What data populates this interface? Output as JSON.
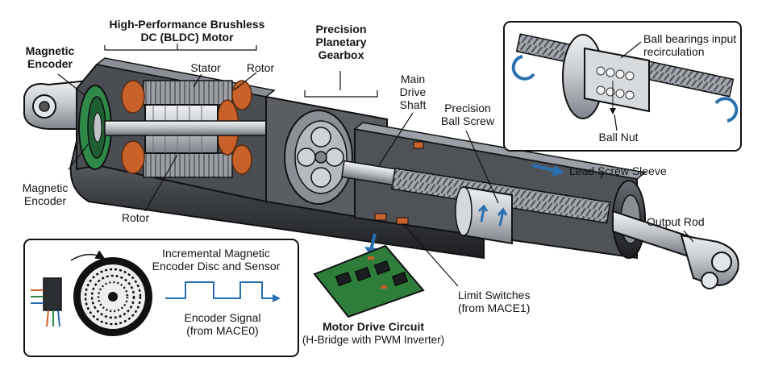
{
  "labels": {
    "magnetic_encoder_top": "Magnetic\nEncoder",
    "bldc_title": "High-Performance Brushless\nDC (BLDC) Motor",
    "stator": "Stator",
    "rotor_top": "Rotor",
    "gearbox": "Precision\nPlanetary\nGearbox",
    "main_shaft": "Main\nDrive\nShaft",
    "ball_screw": "Precision\nBall Screw",
    "magnetic_encoder_side": "Magnetic\nEncoder",
    "rotor_bottom": "Rotor",
    "lead_screw_sleeve": "Lead Screw Sleeve",
    "output_rod": "Output Rod",
    "ball_bearings": "Ball bearings input\nrecirculation",
    "ball_nut": "Ball Nut",
    "encoder_disc": "Incremental Magnetic\nEncoder Disc and Sensor",
    "encoder_signal": "Encoder Signal\n(from MACE0)",
    "motor_drive_title": "Motor Drive Circuit",
    "motor_drive_sub": "(H-Bridge with PWM Inverter)",
    "limit_switches": "Limit Switches\n(from MACE1)"
  },
  "colors": {
    "steel": "#c8ccd0",
    "dark_housing": "#3a3d42",
    "copper": "#c8622a",
    "encoder_green": "#2f8a4a",
    "pcb_green": "#2e7d3a",
    "arrow_blue": "#2a6fb0",
    "outline": "#111111"
  }
}
